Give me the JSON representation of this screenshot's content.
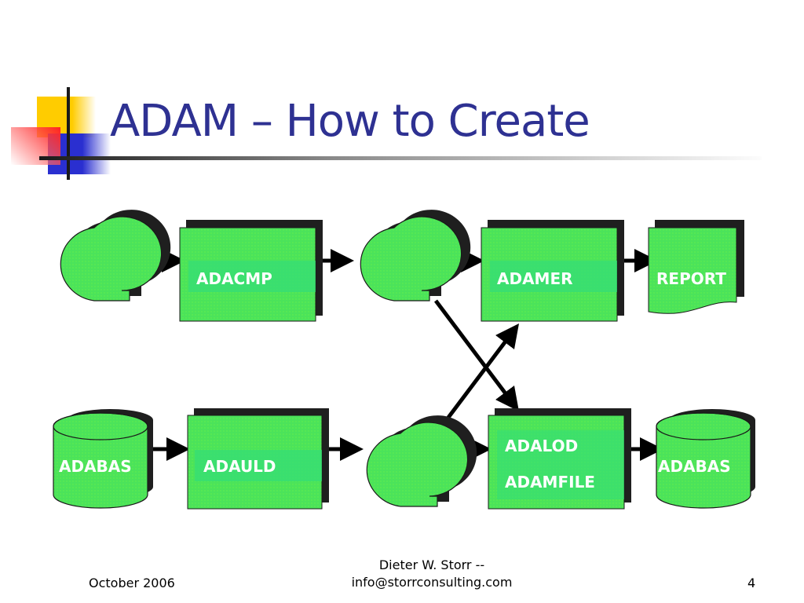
{
  "slide": {
    "title": "ADAM – How to Create",
    "colors": {
      "title": "#2e3192",
      "node_fill": "#4be35a",
      "label_band": "#33dd77",
      "shadow": "#1f1f1f",
      "arrow": "#000000"
    }
  },
  "diagram": {
    "nodes": [
      {
        "id": "tape-1",
        "shape": "tape",
        "label": ""
      },
      {
        "id": "adacmp",
        "shape": "process",
        "label": "ADACMP"
      },
      {
        "id": "tape-2",
        "shape": "tape",
        "label": ""
      },
      {
        "id": "adamer",
        "shape": "process",
        "label": "ADAMER"
      },
      {
        "id": "report",
        "shape": "document",
        "label": "REPORT"
      },
      {
        "id": "adabas-src",
        "shape": "database",
        "label": "ADABAS"
      },
      {
        "id": "adauld",
        "shape": "process",
        "label": "ADAULD"
      },
      {
        "id": "tape-3",
        "shape": "tape",
        "label": ""
      },
      {
        "id": "adalod",
        "shape": "process",
        "label": "ADALOD",
        "label2": "ADAMFILE"
      },
      {
        "id": "adabas-dst",
        "shape": "database",
        "label": "ADABAS"
      }
    ],
    "edges": [
      {
        "from": "tape-1",
        "to": "adacmp"
      },
      {
        "from": "adacmp",
        "to": "tape-2"
      },
      {
        "from": "tape-2",
        "to": "adamer"
      },
      {
        "from": "adamer",
        "to": "report"
      },
      {
        "from": "tape-2",
        "to": "adalod"
      },
      {
        "from": "adabas-src",
        "to": "adauld"
      },
      {
        "from": "adauld",
        "to": "tape-3"
      },
      {
        "from": "tape-3",
        "to": "adalod"
      },
      {
        "from": "tape-3",
        "to": "adamer"
      },
      {
        "from": "adalod",
        "to": "adabas-dst"
      }
    ]
  },
  "footer": {
    "date": "October 2006",
    "author_line1": "Dieter W. Storr --",
    "author_line2": "info@storrconsulting.com",
    "page": "4"
  }
}
